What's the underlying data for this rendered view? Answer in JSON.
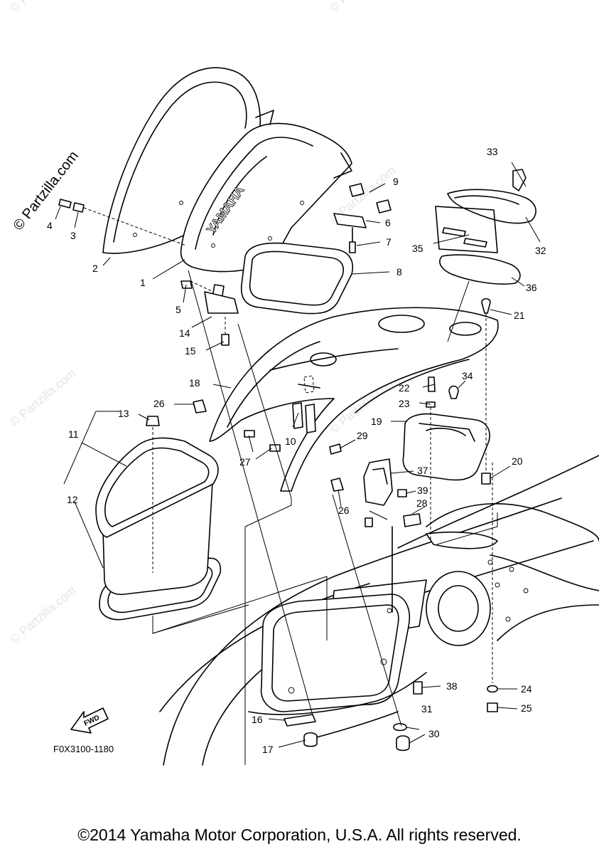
{
  "watermark": {
    "logo_text": "© Partzilla.com",
    "repeat_text": "© Partzilla.com"
  },
  "diagram": {
    "brand_on_part": "YAMAHA",
    "fwd_label": "FWD",
    "figure_code": "F0X3100-1180",
    "callouts": [
      "1",
      "2",
      "3",
      "4",
      "5",
      "6",
      "7",
      "8",
      "9",
      "10",
      "11",
      "12",
      "13",
      "14",
      "15",
      "16",
      "17",
      "18",
      "19",
      "20",
      "21",
      "22",
      "23",
      "24",
      "25",
      "26",
      "26",
      "27",
      "28",
      "29",
      "30",
      "31",
      "32",
      "33",
      "34",
      "35",
      "36",
      "37",
      "38",
      "39"
    ]
  },
  "footer": {
    "copyright": "©2014 Yamaha Motor Corporation, U.S.A. All rights reserved."
  }
}
